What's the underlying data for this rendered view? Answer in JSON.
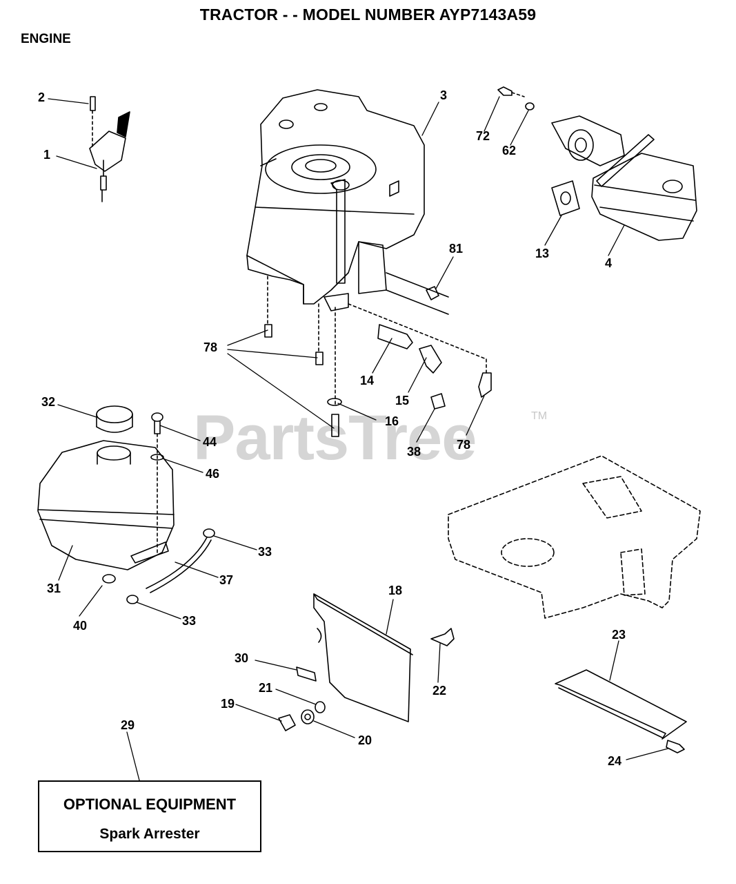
{
  "header": {
    "title": "TRACTOR - - MODEL NUMBER AYP7143A59",
    "section": "ENGINE"
  },
  "watermark": {
    "brand": "PartsTree",
    "mark": "TM"
  },
  "callouts": [
    "1",
    "2",
    "3",
    "72",
    "62",
    "13",
    "4",
    "81",
    "78",
    "14",
    "15",
    "16",
    "38",
    "78",
    "32",
    "44",
    "46",
    "31",
    "33",
    "37",
    "40",
    "33",
    "18",
    "30",
    "21",
    "19",
    "20",
    "22",
    "23",
    "24",
    "29"
  ],
  "optional_box": {
    "heading": "OPTIONAL EQUIPMENT",
    "item": "Spark Arrester"
  }
}
